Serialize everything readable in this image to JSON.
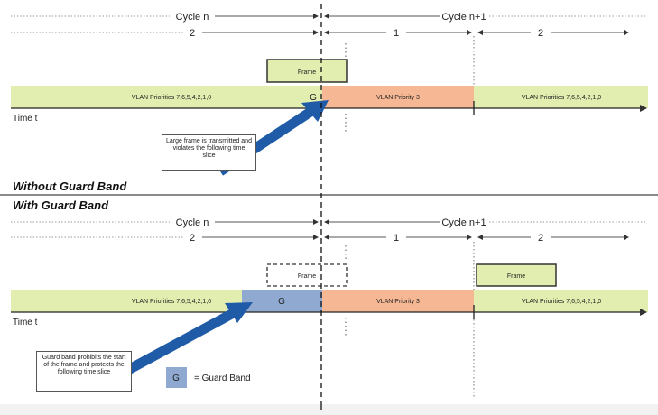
{
  "colors": {
    "green_band": "#e2eeb0",
    "salmon": "#f6b894",
    "guard_blue": "#8fa9d1",
    "arrow_blue": "#1f5ba6",
    "frame_fill": "#e2eeb0"
  },
  "top": {
    "cycle_n": "Cycle n",
    "cycle_n1": "Cycle n+1",
    "slot_2a": "2",
    "slot_1": "1",
    "slot_2b": "2",
    "frame_label": "Frame",
    "g_label": "G",
    "band_left": "VLAN Priorities 7,6,5,4,2,1,0",
    "band_mid": "VLAN Priority 3",
    "band_right": "VLAN Priorities 7,6,5,4,2,1,0",
    "time_label": "Time t",
    "note": "Large frame is transmitted and violates the following time slice",
    "heading": "Without Guard Band"
  },
  "bottom": {
    "heading": "With Guard Band",
    "cycle_n": "Cycle n",
    "cycle_n1": "Cycle n+1",
    "slot_2a": "2",
    "slot_1": "1",
    "slot_2b": "2",
    "frame_dashed_label": "Frame",
    "frame_right_label": "Frame",
    "g_label": "G",
    "band_left": "VLAN Priorities 7,6,5,4,2,1,0",
    "band_mid": "VLAN Priority 3",
    "band_right": "VLAN Priorities 7,6,5,4,2,1,0",
    "time_label": "Time t",
    "note": "Guard band prohibits the start of the frame and protects the following time slice",
    "legend_g": "G",
    "legend_text": "= Guard Band"
  }
}
